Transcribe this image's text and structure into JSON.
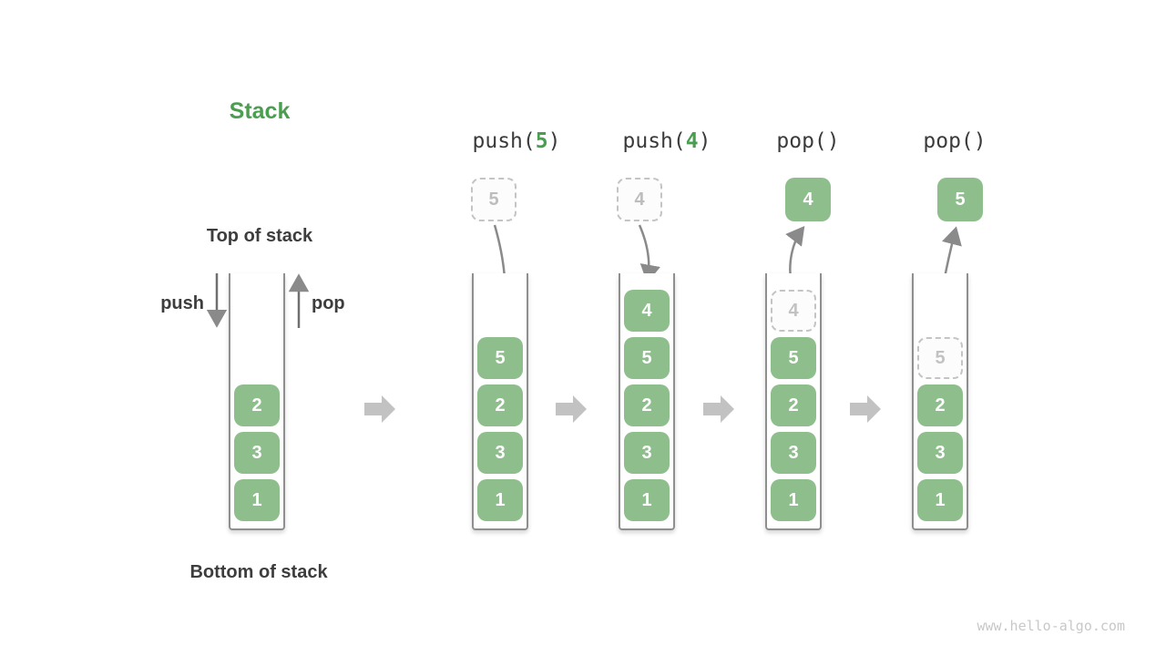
{
  "diagram": {
    "title": "Stack",
    "top_of_stack_label": "Top of stack",
    "bottom_of_stack_label": "Bottom of stack",
    "push_label": "push",
    "pop_label": "pop",
    "watermark": "www.hello-algo.com"
  },
  "colors": {
    "accent_green": "#4a9e50",
    "box_green": "#8dbe8c",
    "ghost_border_gray": "#c4c4c4",
    "curve_arrow_gray": "#8a8a8a",
    "block_arrow_gray": "#c2c2c2",
    "text_dark": "#3d3d3d",
    "watermark_gray": "#c8c8c8"
  },
  "initial_stack": {
    "items": [
      "2",
      "3",
      "1"
    ]
  },
  "operations": [
    {
      "label": {
        "pre": "push(",
        "arg": "5",
        "post": ")"
      },
      "floating_value": "5",
      "floating_style": "ghost",
      "stack": [
        "5",
        "2",
        "3",
        "1"
      ]
    },
    {
      "label": {
        "pre": "push(",
        "arg": "4",
        "post": ")"
      },
      "floating_value": "4",
      "floating_style": "ghost",
      "stack": [
        "4",
        "5",
        "2",
        "3",
        "1"
      ]
    },
    {
      "label": {
        "pre": "pop()",
        "arg": "",
        "post": ""
      },
      "floating_value": "4",
      "floating_style": "solid",
      "ghost_value": "4",
      "stack": [
        "5",
        "2",
        "3",
        "1"
      ]
    },
    {
      "label": {
        "pre": "pop()",
        "arg": "",
        "post": ""
      },
      "floating_value": "5",
      "floating_style": "solid",
      "ghost_value": "5",
      "stack": [
        "2",
        "3",
        "1"
      ]
    }
  ]
}
